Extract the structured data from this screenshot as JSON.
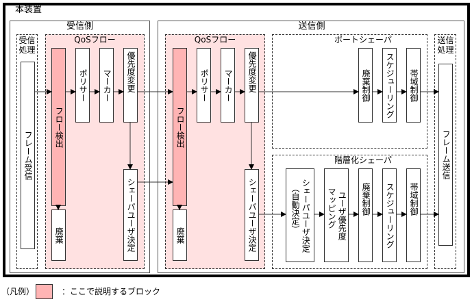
{
  "device": {
    "title": "本装置"
  },
  "receive_side": {
    "title": "受信側",
    "rx_processing": {
      "title": "受信処理",
      "block": "フレーム受信"
    },
    "qos_flow": {
      "title": "QoSフロー",
      "blocks": {
        "flow_detect": "フロー検出",
        "policer": "ポリサー",
        "marker": "マーカー",
        "priority_change": "優先度変更",
        "shaper_user_decision": "シェーパユーザ決定",
        "discard": "廃棄"
      }
    }
  },
  "send_side": {
    "title": "送信側",
    "qos_flow": {
      "title": "QoSフロー",
      "blocks": {
        "flow_detect": "フロー検出",
        "policer": "ポリサー",
        "marker": "マーカー",
        "priority_change": "優先度変更",
        "shaper_user_decision": "シェーパユーザ決定",
        "discard": "廃棄"
      }
    },
    "port_shaper": {
      "title": "ポートシェーパ",
      "blocks": {
        "discard_control": "廃棄制御",
        "scheduling": "スケジューリング",
        "bandwidth_control": "帯域制御"
      }
    },
    "hierarchical_shaper": {
      "title": "階層化シェーパ",
      "blocks": {
        "shaper_user_decision": "シェーパユーザ決定",
        "shaper_user_decision_note": "（自動決定）",
        "user_priority_mapping_1": "ユーザ優先度",
        "user_priority_mapping_2": "マッピング",
        "discard_control": "廃棄制御",
        "scheduling": "スケジューリング",
        "bandwidth_control": "帯域制御"
      }
    },
    "tx_processing": {
      "title": "送信処理",
      "block": "フレーム送信"
    }
  },
  "legend": {
    "prefix": "（凡例）",
    "description": "：ここで説明するブロック",
    "highlight_color": "#ffb4b4"
  },
  "colors": {
    "qos_area": "#ffe1e1",
    "highlight_block": "#ffb4b4"
  }
}
